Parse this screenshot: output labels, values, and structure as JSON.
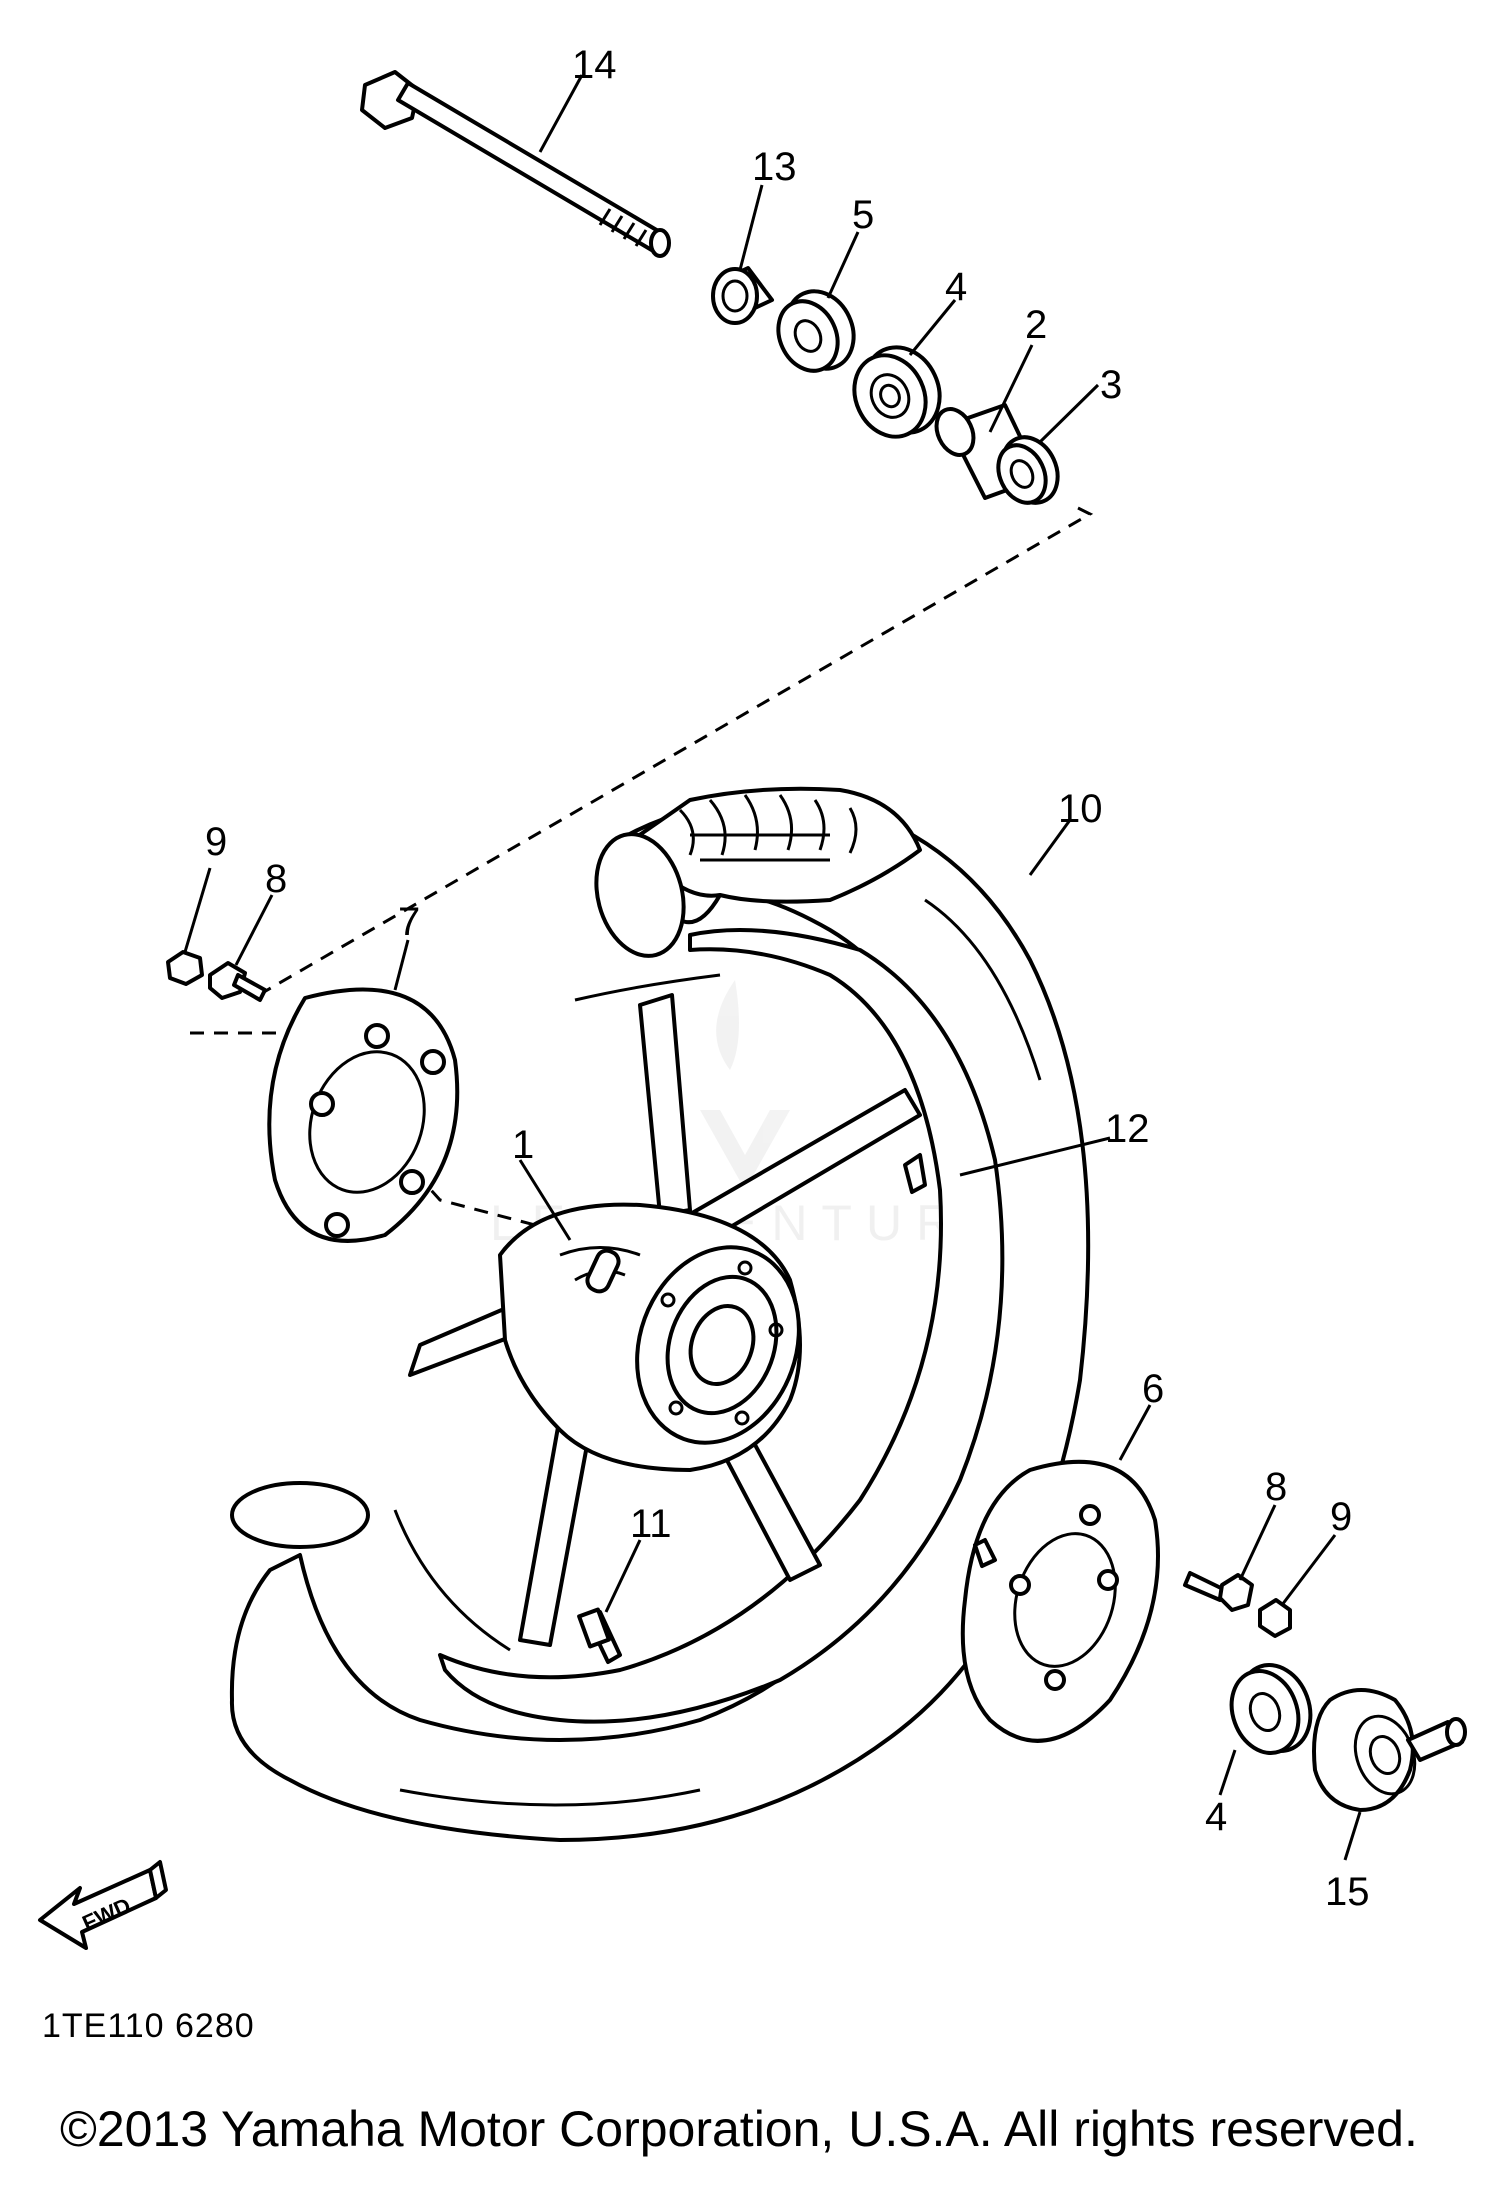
{
  "parts": {
    "p1": "1",
    "p2": "2",
    "p3": "3",
    "p4_top": "4",
    "p4_bottom": "4",
    "p5": "5",
    "p6": "6",
    "p7": "7",
    "p8_left": "8",
    "p8_right": "8",
    "p9_left": "9",
    "p9_right": "9",
    "p10": "10",
    "p11": "11",
    "p12": "12",
    "p13": "13",
    "p14": "14",
    "p15": "15"
  },
  "fwd_arrow": "FWD",
  "diagram_code": "1TE110 6280",
  "copyright": "©2013 Yamaha Motor Corporation, U.S.A. All rights reserved.",
  "watermark": "LEADVENTURE",
  "colors": {
    "ink": "#000000",
    "paper": "#ffffff",
    "watermark": "#e2e2e2"
  }
}
